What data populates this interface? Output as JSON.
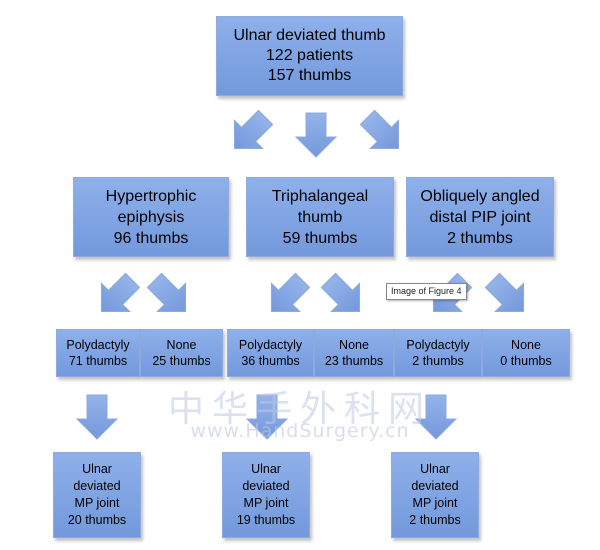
{
  "root": {
    "line1": "Ulnar deviated thumb",
    "line2": "122 patients",
    "line3": "157 thumbs"
  },
  "level1": [
    {
      "line1": "Hypertrophic",
      "line2": "epiphysis",
      "line3": "96 thumbs"
    },
    {
      "line1": "Triphalangeal",
      "line2": "thumb",
      "line3": "59 thumbs"
    },
    {
      "line1": "Obliquely angled",
      "line2": "distal PIP joint",
      "line3": "2 thumbs"
    }
  ],
  "level2": [
    {
      "line1": "Polydactyly",
      "line2": "71 thumbs"
    },
    {
      "line1": "None",
      "line2": "25 thumbs"
    },
    {
      "line1": "Polydactyly",
      "line2": "36 thumbs"
    },
    {
      "line1": "None",
      "line2": "23 thumbs"
    },
    {
      "line1": "Polydactyly",
      "line2": "2 thumbs"
    },
    {
      "line1": "None",
      "line2": "0 thumbs"
    }
  ],
  "level3": [
    {
      "line1": "Ulnar",
      "line2": "deviated",
      "line3": "MP joint",
      "line4": "20 thumbs"
    },
    {
      "line1": "Ulnar",
      "line2": "deviated",
      "line3": "MP joint",
      "line4": "19 thumbs"
    },
    {
      "line1": "Ulnar",
      "line2": "deviated",
      "line3": "MP joint",
      "line4": "2 thumbs"
    }
  ],
  "watermark": {
    "chinese": "中华手外科网",
    "url": "www.HandSurgery.cn"
  },
  "tooltip": {
    "text": "Image of Figure 4"
  },
  "colors": {
    "box_fill": "#7ea3e2",
    "box_border": "#8faadc",
    "arrow_fill": "#86a7e4"
  }
}
